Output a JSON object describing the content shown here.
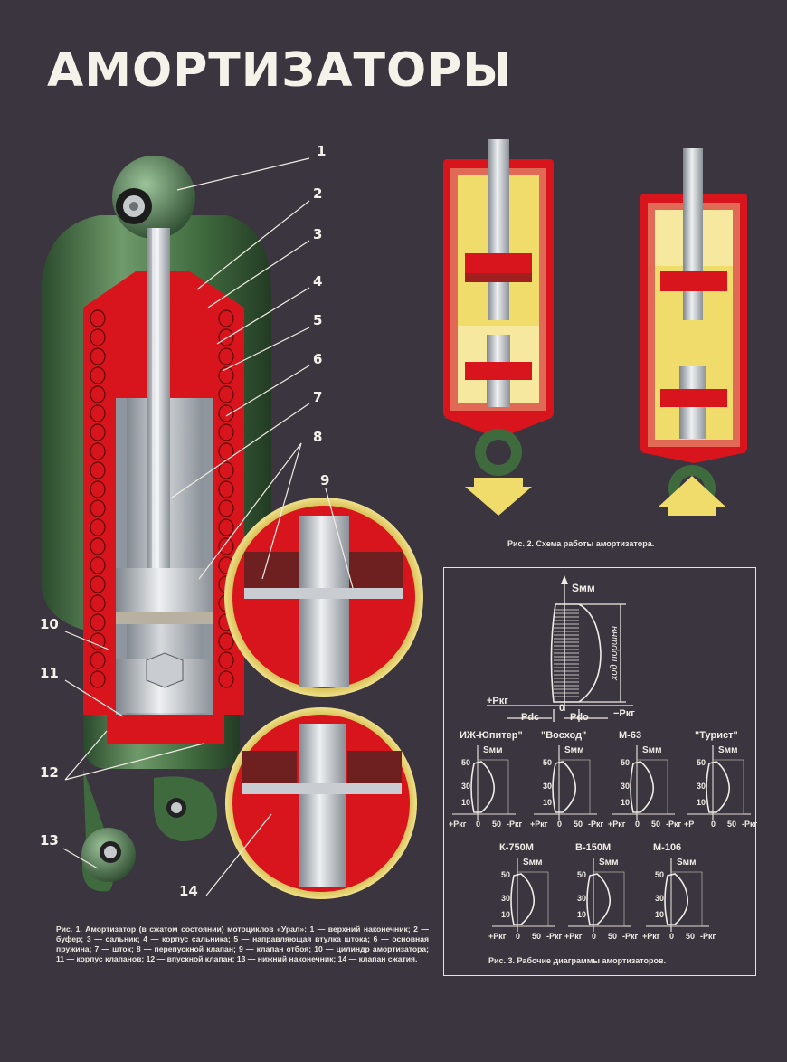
{
  "title": "АМОРТИЗАТОРЫ",
  "fig1": {
    "caption": "Рис. 1. Амортизатор (в сжатом состоянии) мотоциклов «Урал»: 1 — верхний наконечник; 2 — буфер; 3 — сальник; 4 — корпус сальника; 5 — направляющая втулка штока; 6 — основная пружина; 7 — шток; 8 — перепускной клапан; 9 — клапан отбоя; 10 — цилиндр амортизатора; 11 — корпус клапанов; 12 — впускной клапан; 13 — нижний наконечник; 14 — клапан сжатия.",
    "callouts": [
      "1",
      "2",
      "3",
      "4",
      "5",
      "6",
      "7",
      "8",
      "9",
      "10",
      "11",
      "12",
      "13",
      "14"
    ]
  },
  "fig2": {
    "caption": "Рис. 2. Схема работы амортизатора."
  },
  "fig3": {
    "caption": "Рис. 3. Рабочие диаграммы амортизаторов.",
    "main": {
      "y_label": "Sмм",
      "side_label": "ход поршня",
      "left_label": "+Pкг",
      "right_label": "−Pкг",
      "zero": "0",
      "pdc": "Pdc",
      "pdo": "Pdo"
    },
    "small": [
      {
        "name": "ИЖ-Юпитер\"",
        "y": "Sмм",
        "ticks": [
          "50",
          "30",
          "10"
        ],
        "xl": "+Pкг",
        "xz": "0",
        "x50": "50",
        "xr": "-Pкг"
      },
      {
        "name": "\"Восход\"",
        "y": "Sмм",
        "ticks": [
          "50",
          "30",
          "10"
        ],
        "xl": "+Pкг",
        "xz": "0",
        "x50": "50",
        "xr": "-Pкг"
      },
      {
        "name": "М-63",
        "y": "Sмм",
        "ticks": [
          "50",
          "30",
          "10"
        ],
        "xl": "+Pкг",
        "xz": "0",
        "x50": "50",
        "xr": "-Pкг"
      },
      {
        "name": "\"Турист\"",
        "y": "Sмм",
        "ticks": [
          "50",
          "30",
          "10"
        ],
        "xl": "+P",
        "xz": "0",
        "x50": "50",
        "xr": "-Pкг"
      },
      {
        "name": "К-750М",
        "y": "Sмм",
        "ticks": [
          "50",
          "30",
          "10"
        ],
        "xl": "+Pкг",
        "xz": "0",
        "x50": "50",
        "xr": "-Pкг"
      },
      {
        "name": "В-150М",
        "y": "Sмм",
        "ticks": [
          "50",
          "30",
          "10"
        ],
        "xl": "+Pкг",
        "xz": "0",
        "x50": "50",
        "xr": "-Pкг"
      },
      {
        "name": "М-106",
        "y": "Sмм",
        "ticks": [
          "50",
          "30",
          "10"
        ],
        "xl": "+Pкг",
        "xz": "0",
        "x50": "50",
        "xr": "-Pкг"
      }
    ]
  },
  "colors": {
    "background": "#3b3540",
    "red": "#d8141c",
    "yellow": "#f0dc6a",
    "green": "#3f6a3e",
    "steel": "#c9ccd0"
  }
}
